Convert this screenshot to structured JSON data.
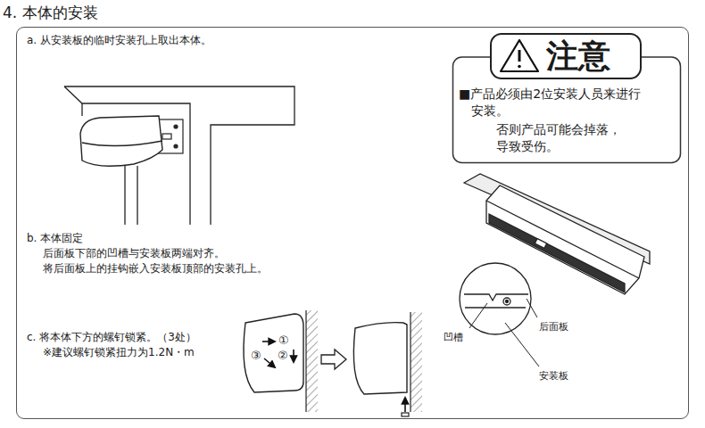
{
  "diagram": {
    "title": "4. 本体的安装",
    "nodes": [
      {
        "text": [
          "a. 从安装板的临时安装孔上取出本体。",
          "b. 本体固定",
          "后面板下部的凹槽与安装板两端对齐。",
          "将后面板上的挂钩嵌入安装板顶部的安装孔上。",
          "c. 将本体下方的螺钉锁紧。（3处）",
          "※建议螺钉锁紧扭力为1.2N・m"
        ]
      },
      {
        "text": [
          "注意",
          "■产品必须由2位安装人员来进行安装。",
          "否则产品可能会掉落， 导致受伤。"
        ],
        "in": 0
      }
    ],
    "labels": [
      "①",
      "②",
      "③",
      "凹槽",
      "后面板",
      "安装板"
    ]
  }
}
